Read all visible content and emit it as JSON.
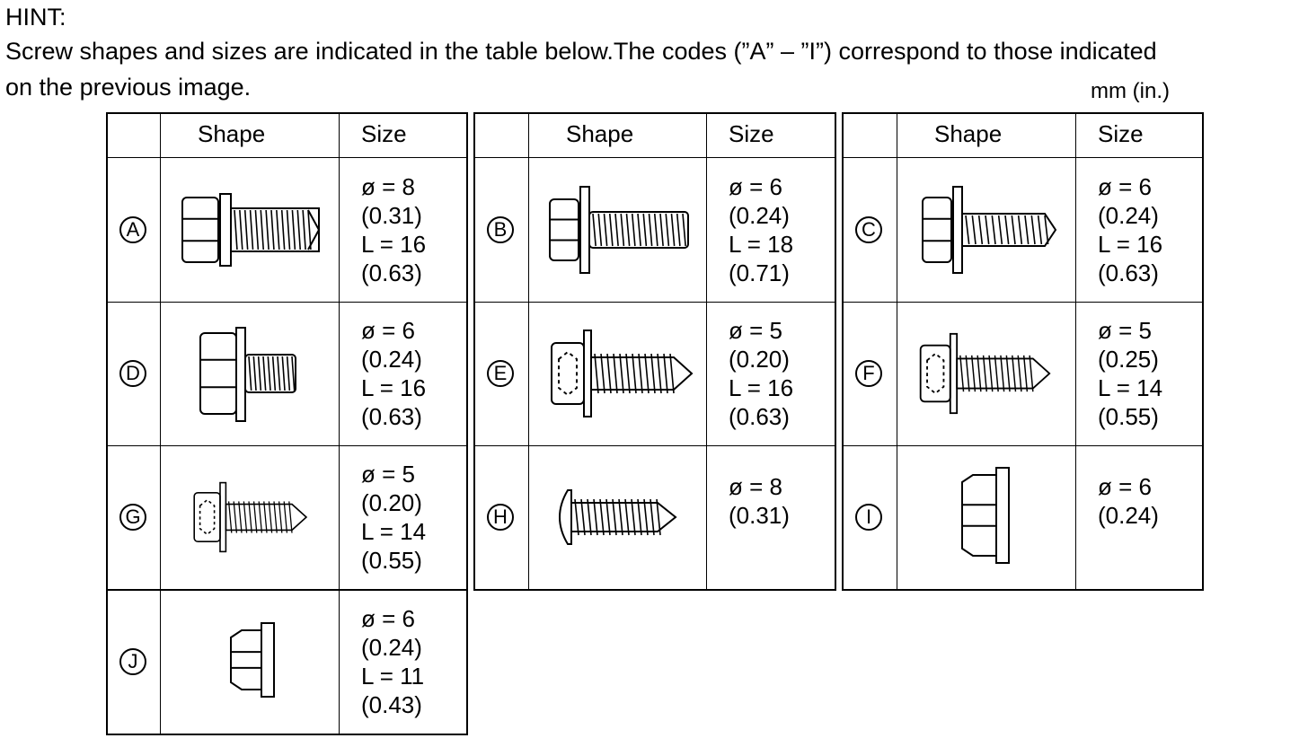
{
  "hint": {
    "title": "HINT:",
    "line1": "Screw shapes and sizes are indicated in the table below.The codes (”A” – ”I”) correspond to those indicated",
    "line2": "on the previous image.",
    "units": "mm (in.)"
  },
  "table": {
    "headers": {
      "shape": "Shape",
      "size": "Size"
    },
    "rows": [
      {
        "code": "A",
        "size": [
          "ø = 8",
          "(0.31)",
          "L = 16",
          "(0.63)"
        ],
        "shape_icon": "flange-bolt-with-washer-icon"
      },
      {
        "code": "B",
        "size": [
          "ø = 6",
          "(0.24)",
          "L = 18",
          "(0.71)"
        ],
        "shape_icon": "hex-bolt-with-washer-icon"
      },
      {
        "code": "C",
        "size": [
          "ø = 6",
          "(0.24)",
          "L = 16",
          "(0.63)"
        ],
        "shape_icon": "hex-tapping-screw-icon"
      },
      {
        "code": "D",
        "size": [
          "ø = 6",
          "(0.24)",
          "L = 16",
          "(0.63)"
        ],
        "shape_icon": "flange-bolt-icon"
      },
      {
        "code": "E",
        "size": [
          "ø = 5",
          "(0.20)",
          "L = 16",
          "(0.63)"
        ],
        "shape_icon": "hex-washer-tapping-screw-icon"
      },
      {
        "code": "F",
        "size": [
          "ø = 5",
          "(0.25)",
          "L = 14",
          "(0.55)"
        ],
        "shape_icon": "hex-washer-tapping-screw-icon"
      },
      {
        "code": "G",
        "size": [
          "ø = 5",
          "(0.20)",
          "L = 14",
          "(0.55)"
        ],
        "shape_icon": "hex-washer-tapping-screw-icon"
      },
      {
        "code": "H",
        "size": [
          "ø = 8",
          "(0.31)"
        ],
        "shape_icon": "pan-head-tapping-screw-icon"
      },
      {
        "code": "I",
        "size": [
          "ø = 6",
          "(0.24)"
        ],
        "shape_icon": "flange-nut-icon"
      },
      {
        "code": "J",
        "size": [
          "ø = 6",
          "(0.24)",
          "L = 11",
          "(0.43)"
        ],
        "shape_icon": "flange-nut-icon"
      }
    ]
  }
}
